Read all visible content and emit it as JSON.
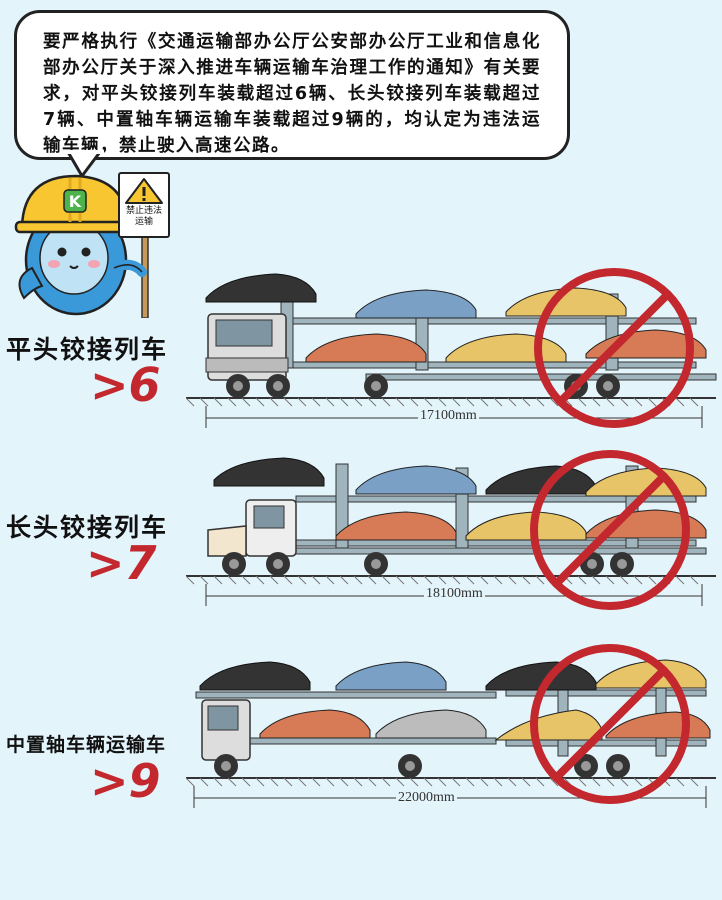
{
  "notice": {
    "text": "要严格执行《交通运输部办公厅公安部办公厅工业和信息化部办公厅关于深入推进车辆运输车治理工作的通知》有关要求，对平头铰接列车装载超过6辆、长头铰接列车装载超过7辆、中置轴车辆运输车装载超过9辆的，均认定为违法运输车辆，禁止驶入高速公路。"
  },
  "mascot": {
    "sign_text": "禁止违法运输"
  },
  "sections": [
    {
      "label": "平头铰接列车",
      "limit": ">6",
      "dimension": "17100mm"
    },
    {
      "label": "长头铰接列车",
      "limit": ">7",
      "dimension": "18100mm"
    },
    {
      "label": "中置轴车辆运输车",
      "limit": ">9",
      "dimension": "22000mm"
    }
  ],
  "colors": {
    "background": "#e4f4fb",
    "prohibit_red": "#c2282d",
    "helmet_yellow": "#f7c630",
    "mascot_blue": "#3a9ad9"
  },
  "icons": [
    "prohibition-sign-icon",
    "warning-triangle-icon",
    "helmet-icon"
  ]
}
